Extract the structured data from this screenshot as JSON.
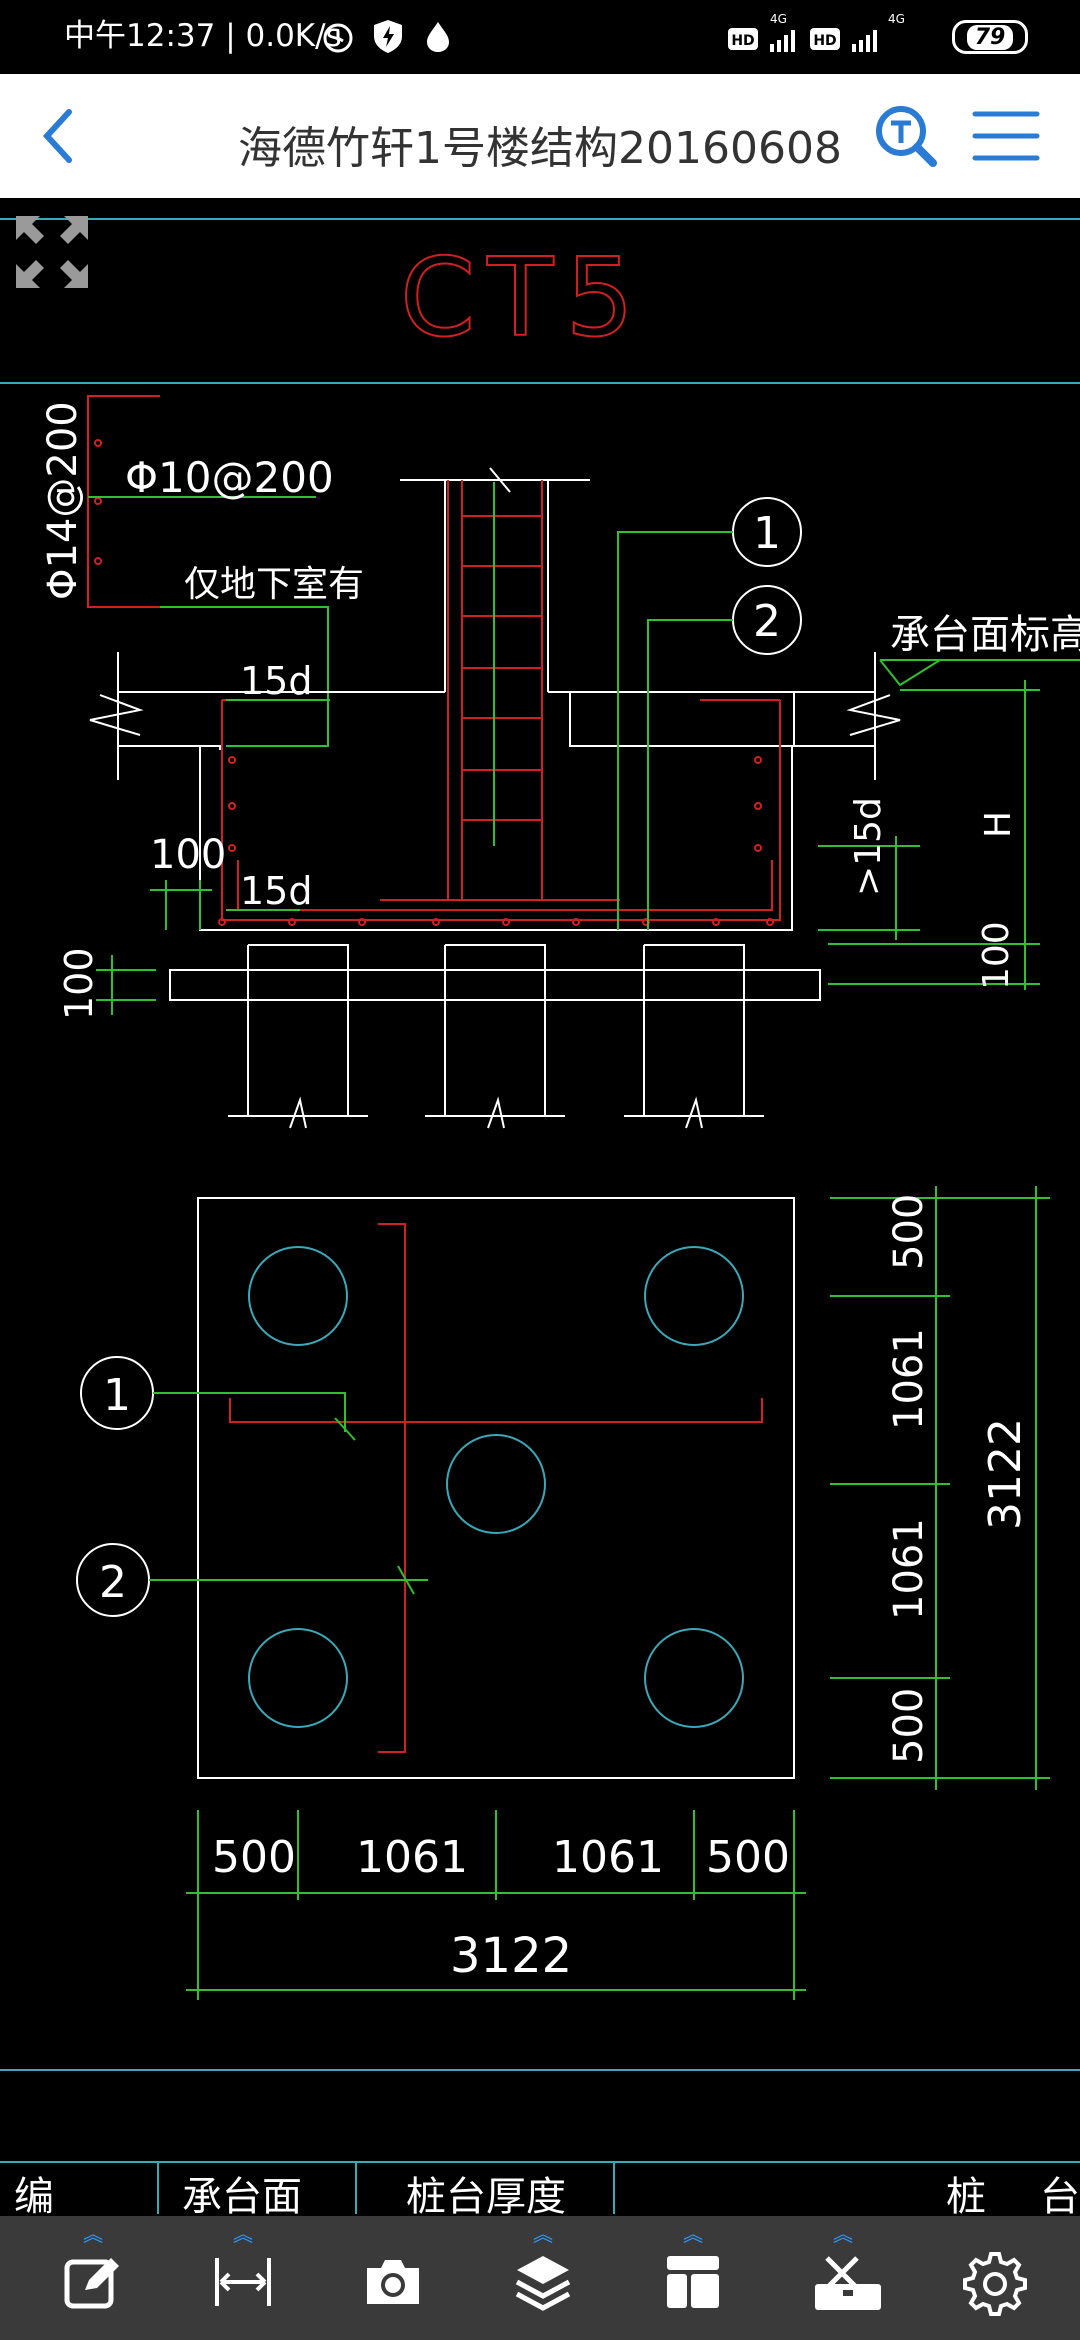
{
  "status_bar": {
    "time": "中午12:37 | 0.0K/s",
    "battery": "79",
    "network_1": "4G",
    "network_2": "4G",
    "hd_1": "HD",
    "hd_2": "HD"
  },
  "header": {
    "title": "海德竹轩1号楼结构20160608"
  },
  "drawing": {
    "ct_label": "CT5",
    "rebar_phi14": "Φ14@200",
    "rebar_phi10": "Φ10@200",
    "note_basement": "仅地下室有",
    "anchor_15d_top": "15d",
    "anchor_15d_bottom": "15d",
    "dim_100_left": "100",
    "dim_100_pile": "100",
    "dim_ge15d": ">15d",
    "dim_100_right": "100",
    "label_H": "H",
    "label_cap_top": "承台面标高",
    "marker_1_section": "1",
    "marker_2_section": "2",
    "marker_1_plan": "1",
    "marker_2_plan": "2",
    "plan_v_dims": [
      "500",
      "1061",
      "1061",
      "500"
    ],
    "plan_v_total": "3122",
    "plan_h_dims": [
      "500",
      "1061",
      "1061",
      "500"
    ],
    "plan_h_total": "3122"
  },
  "table_strip": {
    "col1": "编",
    "col2": "承台面",
    "col3": "桩台厚度",
    "col4": "桩",
    "col5": "台"
  },
  "colors": {
    "accent": "#2a7bd4",
    "cad_white": "#ffffff",
    "cad_red": "#d02020",
    "cad_green": "#2fbf2f",
    "cad_cyan": "#3aa8b8",
    "toolbar_bg": "#3a3a3a"
  },
  "icons": [
    "back-icon",
    "text-search-icon",
    "menu-icon",
    "fullscreen-icon",
    "edit-icon",
    "measure-icon",
    "camera-icon",
    "layers-icon",
    "layout-icon",
    "toolbox-icon",
    "settings-icon"
  ]
}
